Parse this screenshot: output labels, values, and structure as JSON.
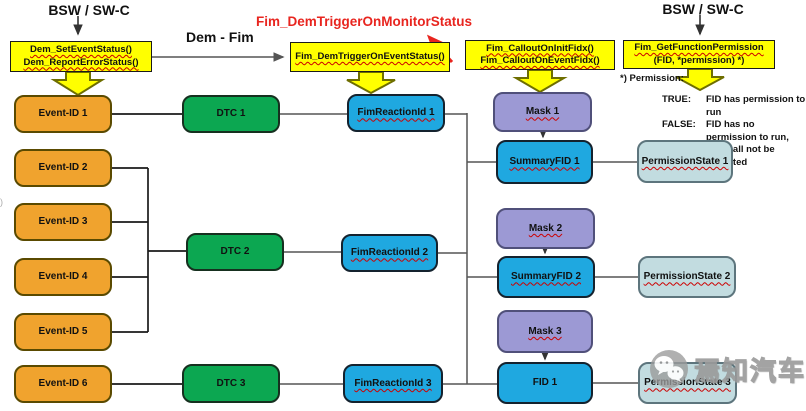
{
  "headers": {
    "bsw_left": "BSW / SW-C",
    "bsw_right": "BSW / SW-C",
    "red_title": "Fim_DemTriggerOnMonitorStatus",
    "dem_fim_label": "Dem - Fim"
  },
  "api_boxes": {
    "dem": {
      "line1": "Dem_SetEventStatus()",
      "line2": "Dem_ReportErrorStatus()"
    },
    "fim_trigger": {
      "line1": "Fim_DemTriggerOnEventStatus()"
    },
    "fim_callout": {
      "line1": "Fim_CalloutOnInitFidx()",
      "line2": "Fim_CalloutOnEventFidx()"
    },
    "fim_getperm": {
      "line1": "Fim_GetFunctionPermission",
      "line2": "(FID, *permission)  *)"
    }
  },
  "permission_note": {
    "label": "*) Permission:",
    "rows": [
      {
        "key": "TRUE:",
        "text": "FID has permission to run"
      },
      {
        "key": "FALSE:",
        "text": "FID has no permission to run,"
      },
      {
        "key": "",
        "text": "i.e. shall not be executed"
      }
    ]
  },
  "nodes": {
    "events": [
      "Event-ID 1",
      "Event-ID 2",
      "Event-ID 3",
      "Event-ID 4",
      "Event-ID 5",
      "Event-ID 6"
    ],
    "dtcs": [
      "DTC 1",
      "DTC 2",
      "DTC 3"
    ],
    "reactions": [
      "FimReactionId 1",
      "FimReactionId 2",
      "FimReactionId 3"
    ],
    "masks": [
      "Mask 1",
      "Mask 2",
      "Mask 3"
    ],
    "fids": [
      "SummaryFID 1",
      "SummaryFID 2",
      "FID 1"
    ],
    "permissions": [
      "PermissionState 1",
      "PermissionState 2",
      "PermissionState 3"
    ]
  },
  "watermark": {
    "text": "焉知汽车",
    "logo": "wechat-bubbles-icon"
  },
  "misc": {
    "stray_mark": ")"
  },
  "colors": {
    "api_yellow": "#FFFF00",
    "event_orange": "#F0A32E",
    "dtc_green": "#0CA751",
    "reaction_cyan": "#1FA8E0",
    "mask_purple": "#9C99D4",
    "permission_pale": "#C2DCE0",
    "annotation_red": "#E8251F",
    "wire_gray": "#555555",
    "wire_black": "#1a1a1a"
  }
}
